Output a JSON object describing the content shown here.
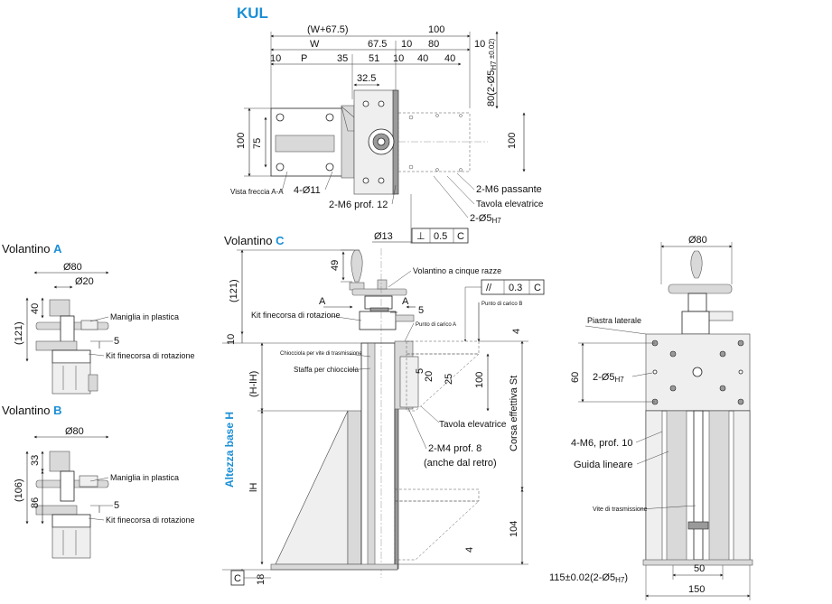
{
  "title": "KUL",
  "top_view": {
    "dims_top": [
      "(W+67.5)",
      "100",
      "W",
      "67.5",
      "10",
      "80",
      "10",
      "10",
      "P",
      "35",
      "51",
      "10",
      "40",
      "40",
      "32.5"
    ],
    "dims_side": [
      "80(2-Ø5",
      "H7",
      " ±0.02)",
      "100",
      "100",
      "75"
    ],
    "labels": [
      "Vista freccia A-A",
      "4-Ø11",
      "2-M6 prof. 12",
      "2-M6 passante",
      "Tavola elevatrice",
      "2-Ø5",
      "H7"
    ],
    "datum": [
      "Ø13",
      "⊥",
      "0.5",
      "C"
    ]
  },
  "volantino_c": {
    "title_prefix": "Volantino ",
    "title_letter": "C",
    "labels": [
      "Volantino a cinque razze",
      "Kit finecorsa di rotazione",
      "Chiocciola per vite di trasmissione",
      "Staffa per chiocciola",
      "Punto di carico A",
      "Punto di carico B",
      "Tavola elevatrice",
      "2-M4 prof. 8",
      "(anche dal retro)",
      "Corsa effettiva St",
      "Altezza base H"
    ],
    "dims": [
      "49",
      "(121)",
      "A",
      "A",
      "5",
      "//",
      "0.3",
      "C",
      "10",
      "4",
      "5",
      "20",
      "25",
      "100",
      "(H-lH)",
      "lH",
      "104",
      "4",
      "18",
      "C"
    ]
  },
  "volantino_a": {
    "title_prefix": "Volantino ",
    "title_letter": "A",
    "dims": [
      "Ø80",
      "Ø20",
      "40",
      "(121)",
      "5"
    ],
    "labels": [
      "Maniglia in plastica",
      "Kit finecorsa di rotazione"
    ]
  },
  "volantino_b": {
    "title_prefix": "Volantino ",
    "title_letter": "B",
    "dims": [
      "Ø80",
      "33",
      "(106)",
      "86",
      "5"
    ],
    "labels": [
      "Maniglia in plastica",
      "Kit finecorsa di rotazione"
    ]
  },
  "front_view": {
    "dims": [
      "Ø80",
      "60",
      "2-Ø5",
      "H7",
      "50",
      "150",
      "115±0.02(2-Ø5",
      "H7",
      ")"
    ],
    "labels": [
      "Piastra laterale",
      "4-M6, prof. 10",
      "Guida lineare",
      "Vite di trasmissione"
    ]
  }
}
